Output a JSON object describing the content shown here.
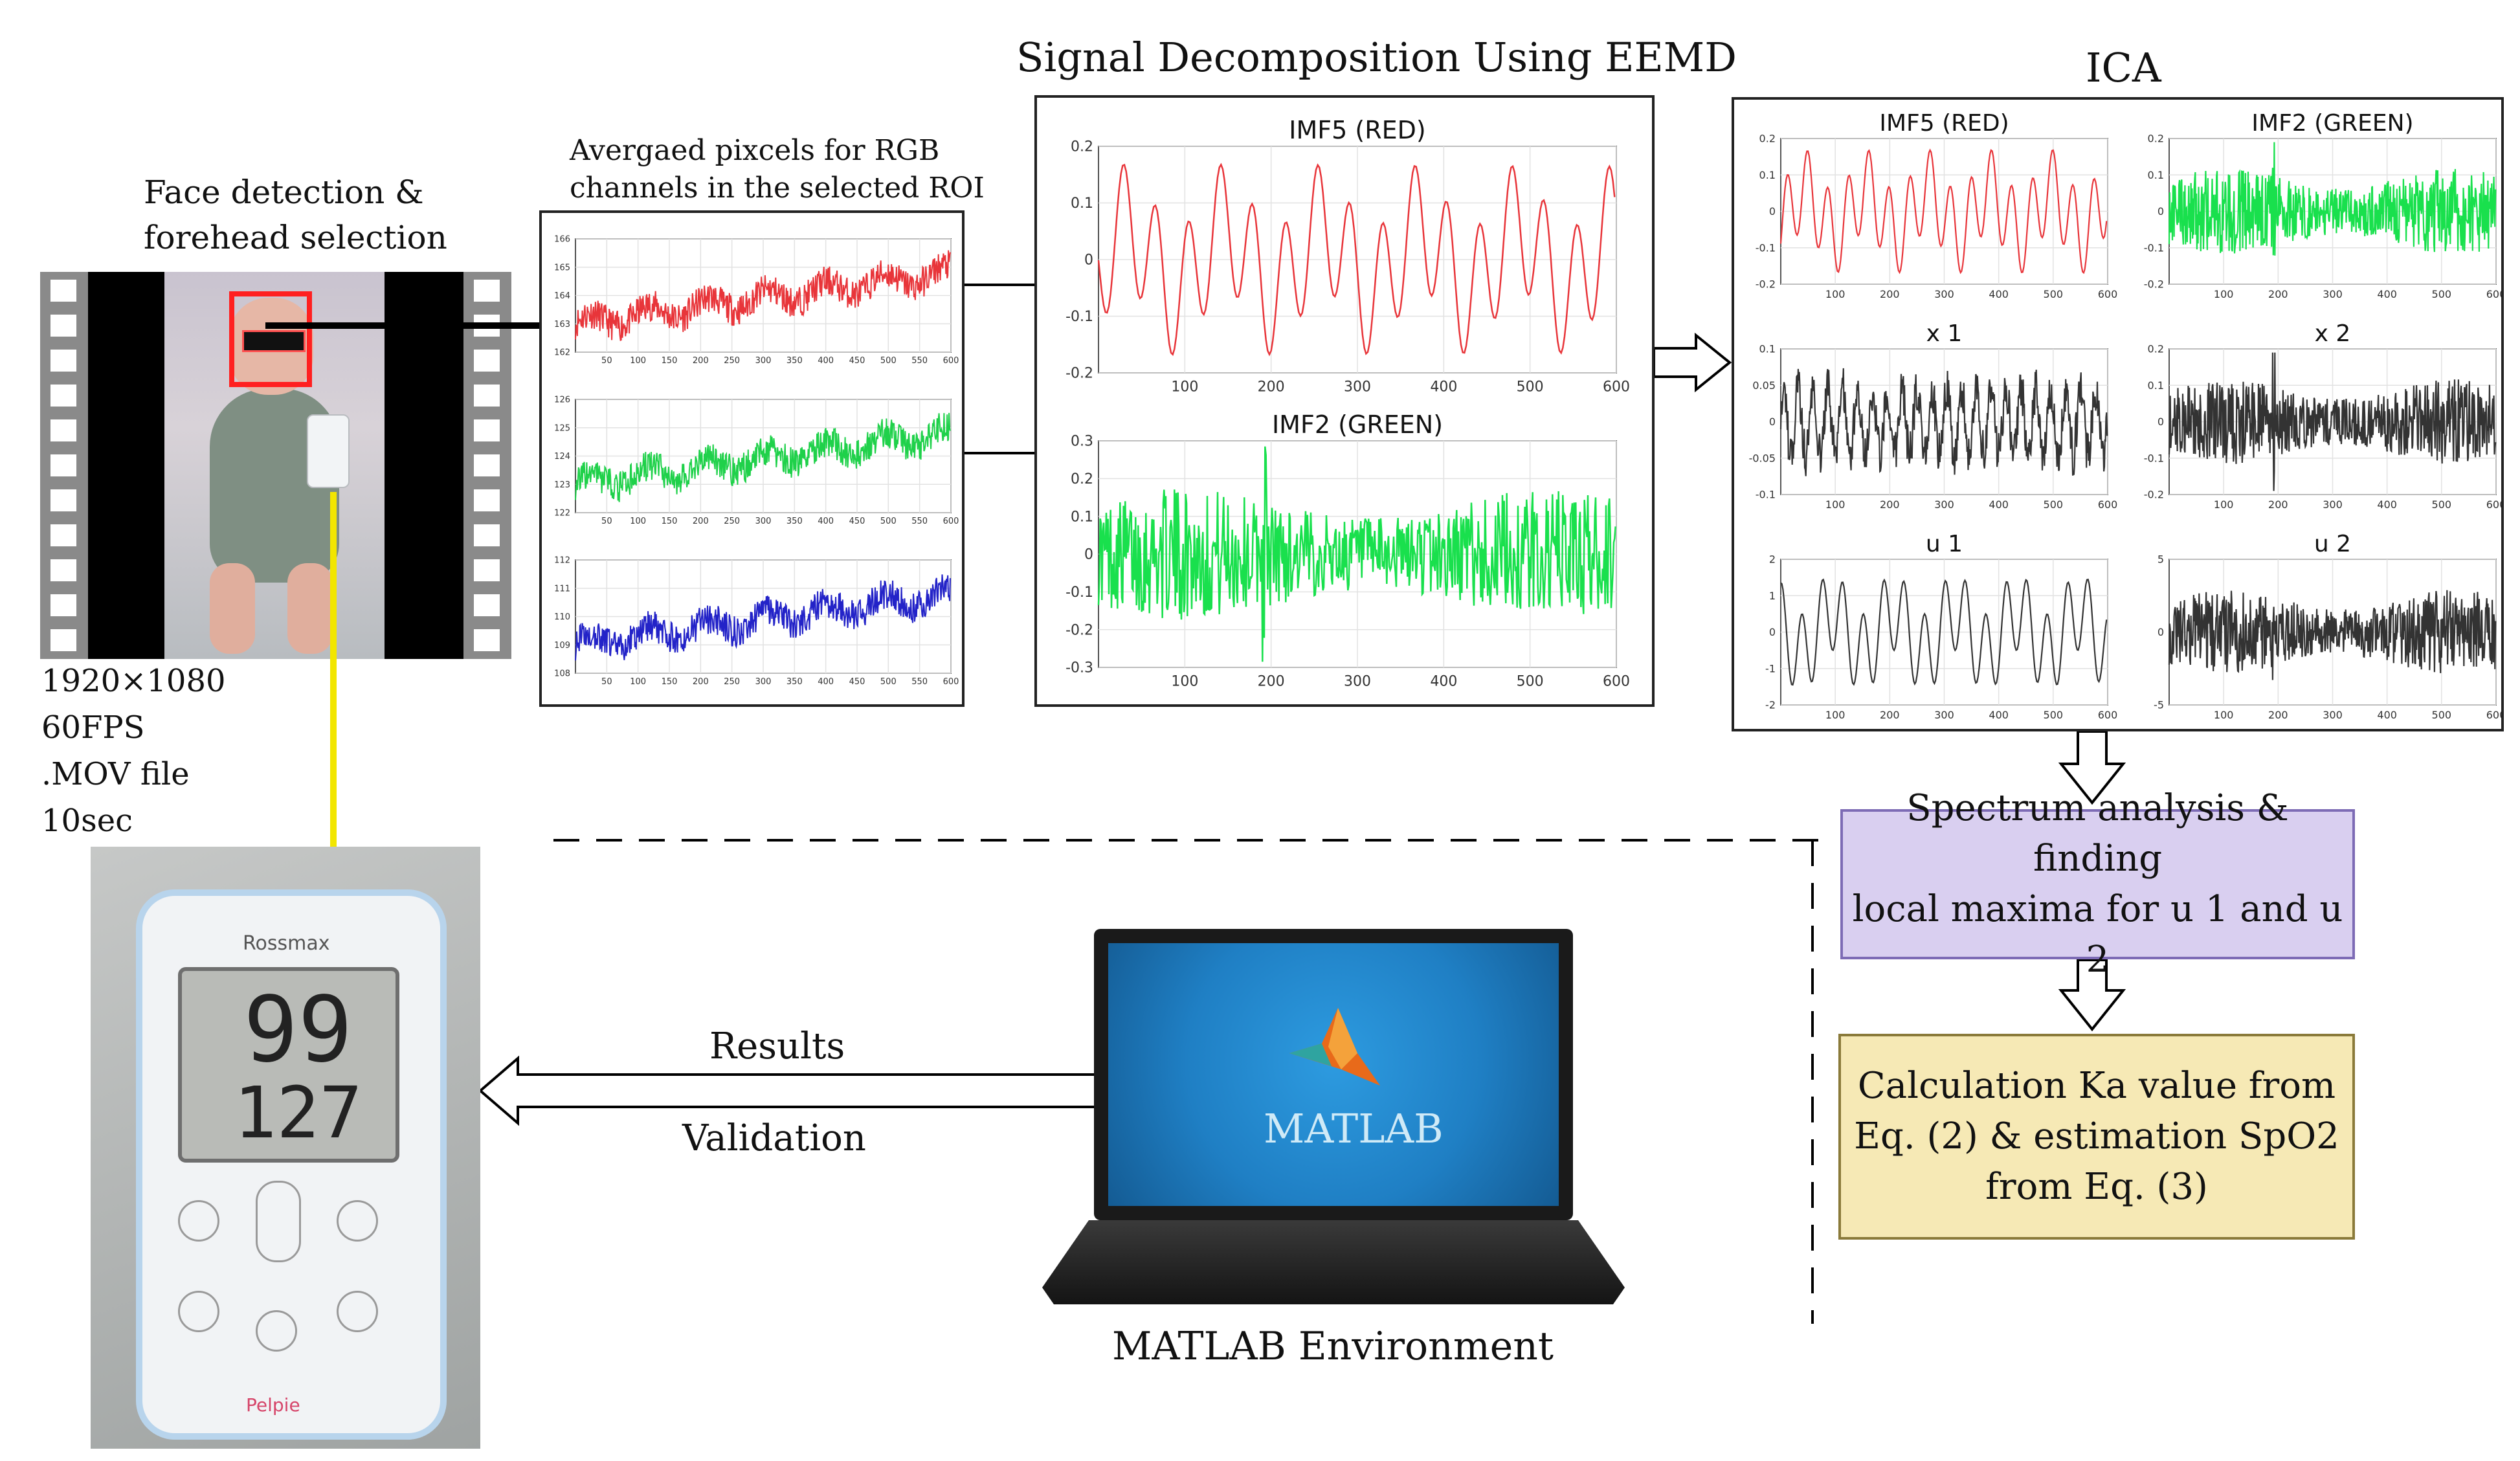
{
  "titles": {
    "face": [
      "Face detection &",
      "forehead selection"
    ],
    "rgb": [
      "Avergaed pixcels for RGB",
      "channels in the selected ROI"
    ],
    "eemd": "Signal Decomposition Using EEMD",
    "ica": "ICA"
  },
  "video_info": [
    "1920×1080",
    "60FPS",
    ".MOV file",
    "10sec"
  ],
  "rgb_plots": [
    {
      "color": "#e8353a",
      "yticks": [
        "166",
        "165",
        "164",
        "163",
        "162"
      ]
    },
    {
      "color": "#1fd14a",
      "yticks": [
        "126",
        "125",
        "124",
        "123",
        "122"
      ]
    },
    {
      "color": "#2323c8",
      "yticks": [
        "112",
        "111",
        "110",
        "109",
        "108"
      ]
    }
  ],
  "rgb_xticks": [
    "50",
    "100",
    "150",
    "200",
    "250",
    "300",
    "350",
    "400",
    "450",
    "500",
    "550",
    "600"
  ],
  "eemd_plots": [
    {
      "title": "IMF5 (RED)",
      "color": "#e8353a",
      "yticks": [
        "0.2",
        "0.1",
        "0",
        "-0.1",
        "-0.2"
      ]
    },
    {
      "title": "IMF2 (GREEN)",
      "color": "#19e04d",
      "yticks": [
        "0.3",
        "0.2",
        "0.1",
        "0",
        "-0.1",
        "-0.2",
        "-0.3"
      ]
    }
  ],
  "eemd_xticks": [
    "100",
    "200",
    "300",
    "400",
    "500",
    "600"
  ],
  "ica_plots": [
    {
      "title": "IMF5 (RED)",
      "color": "#e8353a",
      "yticks": [
        "0.2",
        "0.1",
        "0",
        "-0.1",
        "-0.2"
      ]
    },
    {
      "title": "IMF2 (GREEN)",
      "color": "#19e04d",
      "yticks": [
        "0.2",
        "0.1",
        "0",
        "-0.1",
        "-0.2"
      ]
    },
    {
      "title": "x 1",
      "color": "#333333",
      "yticks": [
        "0.1",
        "0.05",
        "0",
        "-0.05",
        "-0.1"
      ]
    },
    {
      "title": "x 2",
      "color": "#333333",
      "yticks": [
        "0.2",
        "0.1",
        "0",
        "-0.1",
        "-0.2"
      ]
    },
    {
      "title": "u 1",
      "color": "#333333",
      "yticks": [
        "2",
        "1",
        "0",
        "-1",
        "-2"
      ]
    },
    {
      "title": "u 2",
      "color": "#333333",
      "yticks": [
        "5",
        "0",
        "-5"
      ]
    }
  ],
  "ica_xticks": [
    "100",
    "200",
    "300",
    "400",
    "500",
    "600"
  ],
  "spectrum_box": [
    "Spectrum analysis & finding",
    "local maxima for u 1 and u 2"
  ],
  "calc_box": [
    "Calculation Ka value from",
    "Eq. (2) & estimation SpO2",
    "from Eq. (3)"
  ],
  "arrows": {
    "results": "Results",
    "validation": "Validation"
  },
  "laptop": {
    "logo_text": "MATLAB",
    "caption": "MATLAB Environment"
  },
  "oximeter": {
    "brand": "Rossmax",
    "spo2": "99",
    "pulse": "127",
    "footer": "Pelpie"
  },
  "colors": {
    "yellow_line": "#f2e600",
    "purple_box": "#d9cff0",
    "yellow_box": "#f6e9b5",
    "screen_blue": "#1f7fc4"
  }
}
